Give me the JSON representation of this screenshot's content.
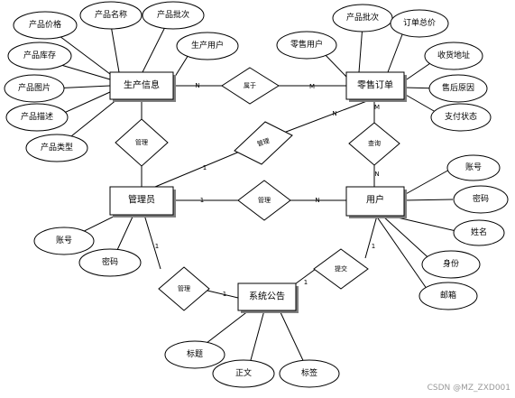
{
  "entities": {
    "production": "生产信息",
    "retail_order": "零售订单",
    "manager": "管理员",
    "user": "用户",
    "notice": "系统公告"
  },
  "attributes": {
    "product_price": "产品价格",
    "product_name": "产品名称",
    "product_batch": "产品批次",
    "product_stock": "产品库存",
    "producer_user": "生产用户",
    "product_image": "产品图片",
    "product_desc": "产品描述",
    "product_type": "产品类型",
    "order_batch": "产品批次",
    "order_total": "订单总价",
    "retail_user": "零售用户",
    "ship_address": "收货地址",
    "aftersale_reason": "售后原因",
    "pay_status": "支付状态",
    "user_account": "账号",
    "user_password": "密码",
    "user_name": "姓名",
    "user_identity": "身份",
    "user_email": "邮箱",
    "manager_account": "账号",
    "manager_password": "密码",
    "notice_title": "标题",
    "notice_body": "正文",
    "notice_tag": "标签"
  },
  "relationships": {
    "belongs_to": "属于",
    "manage_production": "管理",
    "manage_order": "管理",
    "manage_user": "管理",
    "query": "查询",
    "manage_notice": "管理",
    "submit": "提交"
  },
  "cardinalities": {
    "prod_belongs": "N",
    "belongs_order": "M",
    "manager_order_rel": "1",
    "order_manager_rel": "N",
    "order_query": "M",
    "query_user": "N",
    "manager_user_rel": "1",
    "user_manager_rel": "N",
    "manager_notice_rel": "1",
    "notice_manager_rel": "1",
    "notice_submit": "1",
    "submit_user": "1"
  },
  "watermark": "CSDN @MZ_ZXD001"
}
